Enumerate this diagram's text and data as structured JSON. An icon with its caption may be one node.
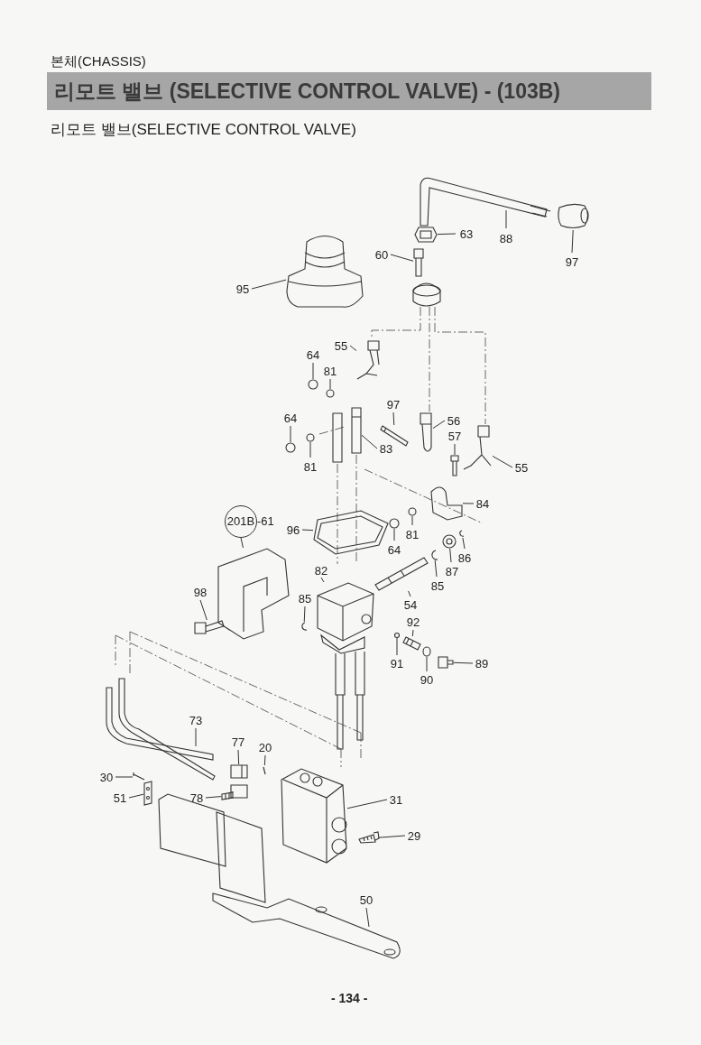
{
  "diagram": {
    "title": "리모트 밸브 (SELECTIVE CONTROL VALVE) - (103B)",
    "nodes": [
      {
        "text": [
          "63"
        ]
      },
      {
        "text": [
          "88"
        ]
      },
      {
        "text": [
          "97"
        ]
      },
      {
        "text": [
          "60"
        ]
      },
      {
        "text": [
          "95"
        ]
      },
      {
        "text": [
          "55"
        ]
      },
      {
        "text": [
          "64"
        ]
      },
      {
        "text": [
          "81"
        ]
      },
      {
        "text": [
          "97"
        ]
      },
      {
        "text": [
          "64"
        ]
      },
      {
        "text": [
          "56"
        ]
      },
      {
        "text": [
          "57"
        ]
      },
      {
        "text": [
          "83"
        ]
      },
      {
        "text": [
          "81"
        ]
      },
      {
        "text": [
          "55"
        ]
      },
      {
        "text": [
          "201B"
        ],
        "beside": [
          "-61"
        ]
      },
      {
        "text": [
          "84"
        ]
      },
      {
        "text": [
          "96"
        ]
      },
      {
        "text": [
          "64"
        ]
      },
      {
        "text": [
          "81"
        ]
      },
      {
        "text": [
          "86"
        ]
      },
      {
        "text": [
          "87"
        ]
      },
      {
        "text": [
          "82"
        ]
      },
      {
        "text": [
          "85"
        ]
      },
      {
        "text": [
          "54"
        ]
      },
      {
        "text": [
          "85"
        ]
      },
      {
        "text": [
          "98"
        ]
      },
      {
        "text": [
          "92"
        ]
      },
      {
        "text": [
          "91"
        ]
      },
      {
        "text": [
          "90"
        ]
      },
      {
        "text": [
          "89"
        ]
      },
      {
        "text": [
          "73"
        ]
      },
      {
        "text": [
          "77"
        ]
      },
      {
        "text": [
          "20"
        ]
      },
      {
        "text": [
          "30"
        ]
      },
      {
        "text": [
          "51"
        ]
      },
      {
        "text": [
          "78"
        ]
      },
      {
        "text": [
          "31"
        ]
      },
      {
        "text": [
          "29"
        ]
      },
      {
        "text": [
          "50"
        ]
      },
      {
        "text": [],
        "shape": "picture"
      },
      {
        "text": [],
        "shape": "picture"
      },
      {
        "text": [],
        "shape": "picture"
      },
      {
        "text": [],
        "shape": "picture"
      },
      {
        "text": [],
        "shape": "picture"
      },
      {
        "text": [],
        "shape": "picture"
      },
      {
        "text": [],
        "shape": "picture"
      },
      {
        "text": [],
        "shape": "picture"
      },
      {
        "text": [],
        "shape": "picture"
      },
      {
        "text": [],
        "shape": "picture"
      },
      {
        "text": [],
        "shape": "picture"
      },
      {
        "text": [],
        "shape": "picture"
      },
      {
        "text": [],
        "shape": "picture"
      },
      {
        "text": [],
        "shape": "picture"
      },
      {
        "text": [],
        "shape": "picture"
      },
      {
        "text": [],
        "shape": "picture"
      },
      {
        "text": [],
        "shape": "picture"
      },
      {
        "text": [],
        "shape": "picture"
      },
      {
        "text": [],
        "shape": "picture"
      },
      {
        "text": [],
        "shape": "picture"
      },
      {
        "text": [],
        "shape": "picture"
      },
      {
        "text": [],
        "shape": "picture"
      },
      {
        "text": [],
        "shape": "picture"
      },
      {
        "text": [],
        "shape": "picture"
      },
      {
        "text": [],
        "shape": "picture"
      },
      {
        "text": [],
        "shape": "picture"
      },
      {
        "text": [],
        "shape": "picture"
      },
      {
        "text": [],
        "shape": "picture"
      },
      {
        "text": [],
        "shape": "picture"
      },
      {
        "text": [],
        "shape": "picture"
      },
      {
        "text": [],
        "shape": "picture"
      },
      {
        "text": [],
        "shape": "picture"
      },
      {
        "text": [],
        "shape": "picture"
      },
      {
        "text": [],
        "shape": "picture"
      },
      {
        "text": [],
        "shape": "picture"
      },
      {
        "text": [],
        "shape": "picture"
      },
      {
        "text": [],
        "shape": "picture"
      }
    ],
    "edges": [
      {
        "from": 0,
        "to": 40,
        "arrow": "none"
      },
      {
        "from": 1,
        "to": null,
        "arrow": "none"
      },
      {
        "from": 2,
        "to": 41,
        "arrow": "none"
      },
      {
        "from": 3,
        "to": 42,
        "arrow": "none"
      },
      {
        "from": 4,
        "to": 43,
        "arrow": "none"
      },
      {
        "from": 5,
        "to": 44,
        "arrow": "none"
      },
      {
        "from": 6,
        "to": 45,
        "arrow": "none"
      },
      {
        "from": 7,
        "to": 46,
        "arrow": "none"
      },
      {
        "from": 8,
        "to": 47,
        "arrow": "none"
      },
      {
        "from": 9,
        "to": 48,
        "arrow": "none"
      },
      {
        "from": 10,
        "to": 49,
        "arrow": "none"
      },
      {
        "from": 11,
        "to": 50,
        "arrow": "none"
      },
      {
        "from": 12,
        "to": 51,
        "arrow": "none"
      },
      {
        "from": 13,
        "to": 52,
        "arrow": "none"
      },
      {
        "from": 14,
        "to": 53,
        "arrow": "none"
      },
      {
        "from": 15,
        "to": 54,
        "arrow": "none"
      },
      {
        "from": 16,
        "to": 55,
        "arrow": "none"
      },
      {
        "from": 17,
        "to": 56,
        "arrow": "none"
      },
      {
        "from": 18,
        "to": 57,
        "arrow": "none"
      },
      {
        "from": 19,
        "to": 58,
        "arrow": "none"
      },
      {
        "from": 20,
        "to": 59,
        "arrow": "none"
      },
      {
        "from": 21,
        "to": 60,
        "arrow": "none"
      },
      {
        "from": 22,
        "to": 61,
        "arrow": "none"
      },
      {
        "from": 23,
        "to": 62,
        "arrow": "none"
      },
      {
        "from": 24,
        "to": 63,
        "arrow": "none"
      },
      {
        "from": 25,
        "to": 64,
        "arrow": "none"
      },
      {
        "from": 26,
        "to": 65,
        "arrow": "none"
      },
      {
        "from": 27,
        "to": 66,
        "arrow": "none"
      },
      {
        "from": 28,
        "to": 67,
        "arrow": "none"
      },
      {
        "from": 29,
        "to": 68,
        "arrow": "none"
      },
      {
        "from": 30,
        "to": 69,
        "arrow": "none"
      },
      {
        "from": 31,
        "to": null,
        "arrow": "none"
      },
      {
        "from": 32,
        "to": 70,
        "arrow": "none"
      },
      {
        "from": 33,
        "to": 71,
        "arrow": "none"
      },
      {
        "from": 34,
        "to": 72,
        "arrow": "none"
      },
      {
        "from": 35,
        "to": 73,
        "arrow": "none"
      },
      {
        "from": 36,
        "to": 74,
        "arrow": "none"
      },
      {
        "from": 37,
        "to": 75,
        "arrow": "none"
      },
      {
        "from": 38,
        "to": 76,
        "arrow": "none"
      },
      {
        "from": 39,
        "to": null,
        "arrow": "none"
      }
    ],
    "labels": [
      "본체(CHASSIS)",
      "리모트 밸브(SELECTIVE CONTROL VALVE)",
      "- 134 -"
    ]
  }
}
